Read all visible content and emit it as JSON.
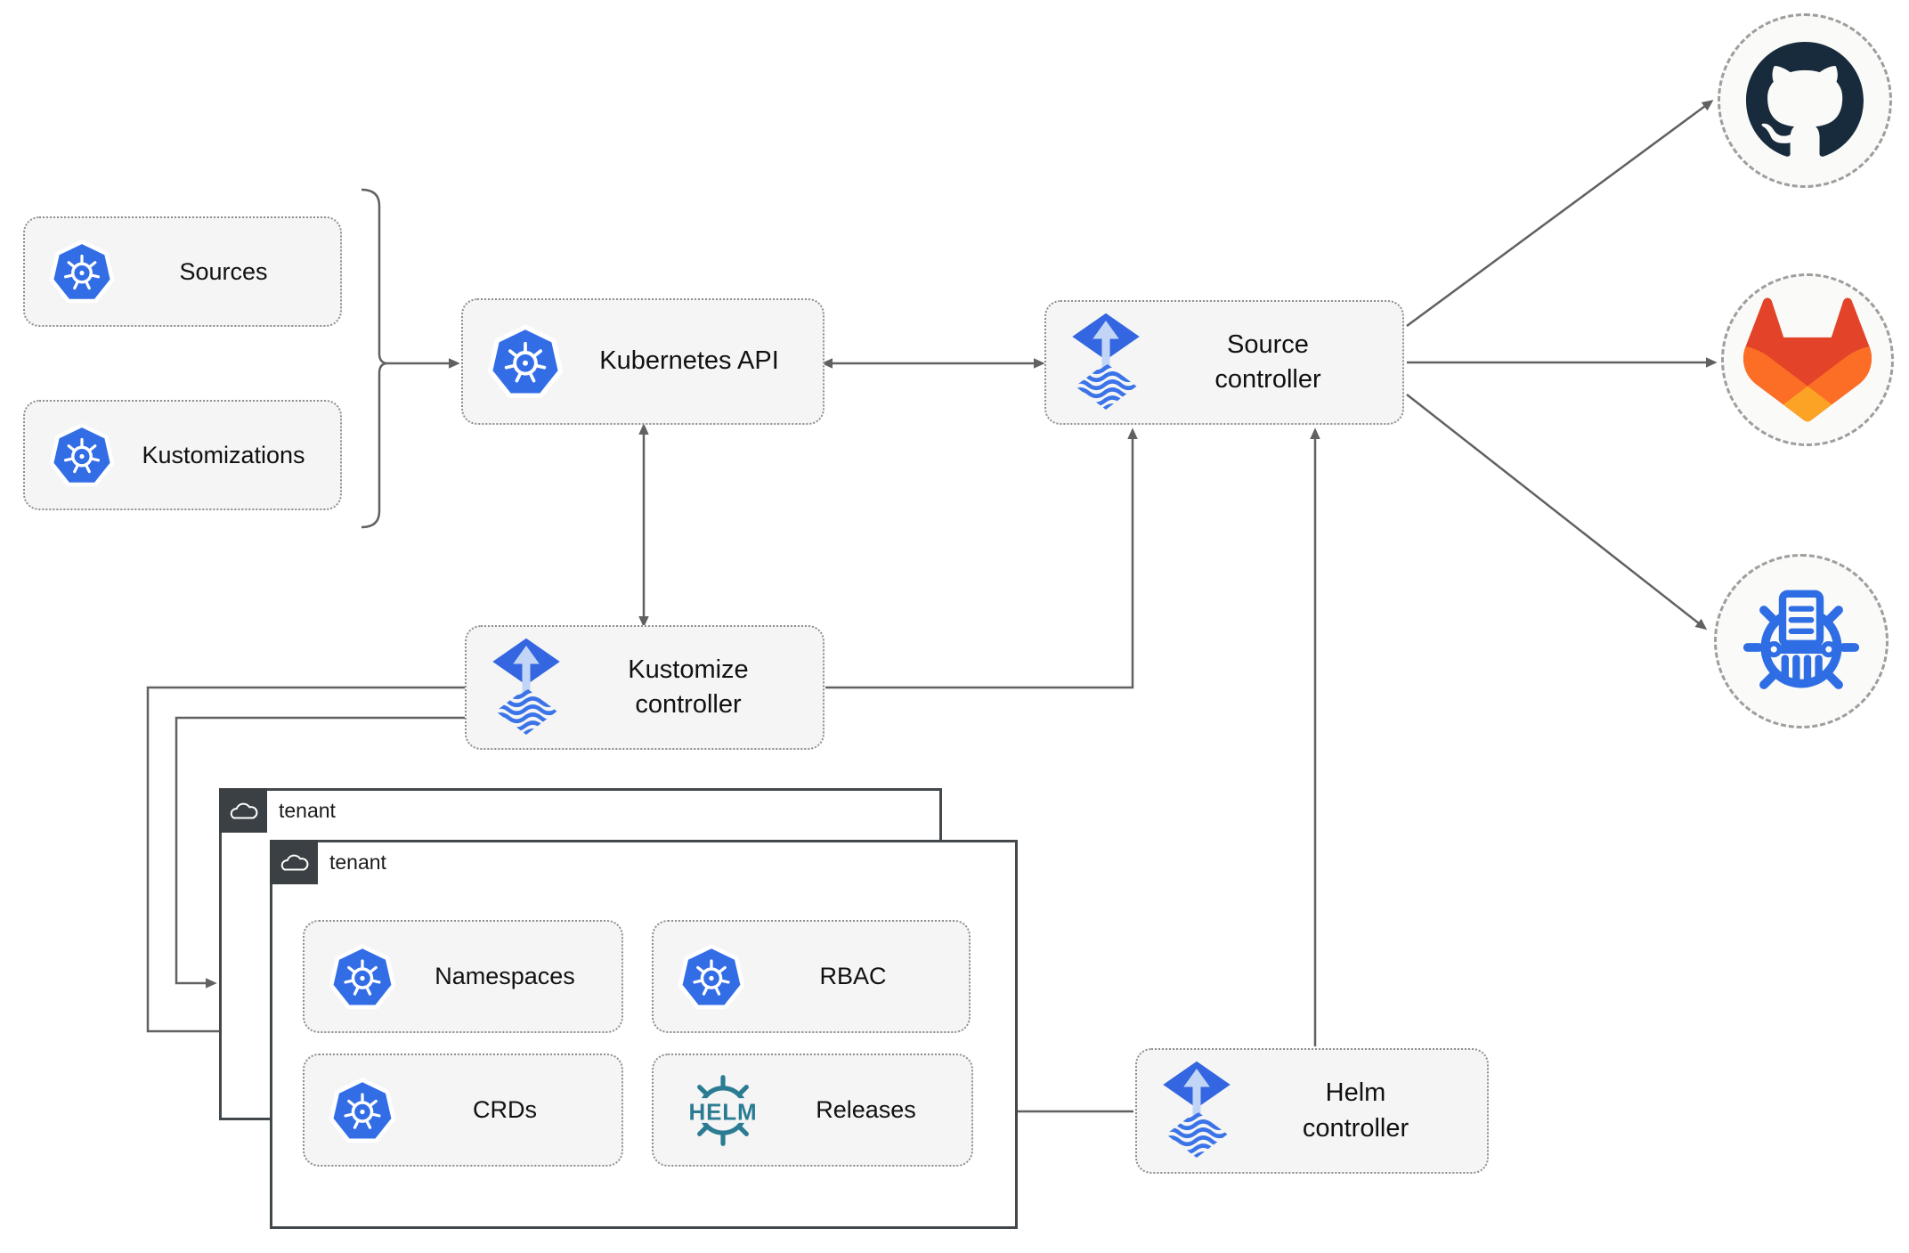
{
  "diagram": {
    "kind": "flux-gitops-architecture",
    "nodes": {
      "sources": {
        "label": "Sources",
        "icon": "kubernetes-icon"
      },
      "kustomizations": {
        "label": "Kustomizations",
        "icon": "kubernetes-icon"
      },
      "kubernetes_api": {
        "label": "Kubernetes API",
        "icon": "kubernetes-icon"
      },
      "source_controller": {
        "label": "Source\ncontroller",
        "icon": "flux-icon"
      },
      "kustomize_controller": {
        "label": "Kustomize\ncontroller",
        "icon": "flux-icon"
      },
      "helm_controller": {
        "label": "Helm\ncontroller",
        "icon": "flux-icon"
      },
      "namespaces": {
        "label": "Namespaces",
        "icon": "kubernetes-icon"
      },
      "rbac": {
        "label": "RBAC",
        "icon": "kubernetes-icon"
      },
      "crds": {
        "label": "CRDs",
        "icon": "kubernetes-icon"
      },
      "releases": {
        "label": "Releases",
        "icon": "helm-icon"
      }
    },
    "groups": {
      "outer_tenant": {
        "label": "tenant",
        "icon": "cloud-icon"
      },
      "inner_tenant": {
        "label": "tenant",
        "icon": "cloud-icon"
      }
    },
    "endpoints": {
      "github": {
        "icon": "github-icon"
      },
      "gitlab": {
        "icon": "gitlab-icon"
      },
      "helm_repository": {
        "icon": "helm-repository-icon"
      }
    },
    "helm_logo_text": "HELM",
    "colors": {
      "kubernetes_blue": "#326de6",
      "flux_blue": "#3366e0",
      "flux_arrow_light": "#c3d5f6",
      "helm_teal": "#2b7c93",
      "github_dark": "#182b3c",
      "gitlab_red": "#e24329",
      "gitlab_orange": "#fc6d26",
      "gitlab_amber": "#fca326",
      "chartmuseum_blue": "#2e6de4",
      "connector_gray": "#616161",
      "node_background": "#f5f5f5",
      "dotted_border_gray": "#8f8f8f",
      "tenant_border_dark": "#42484b",
      "circle_background": "#fafaf8"
    }
  }
}
